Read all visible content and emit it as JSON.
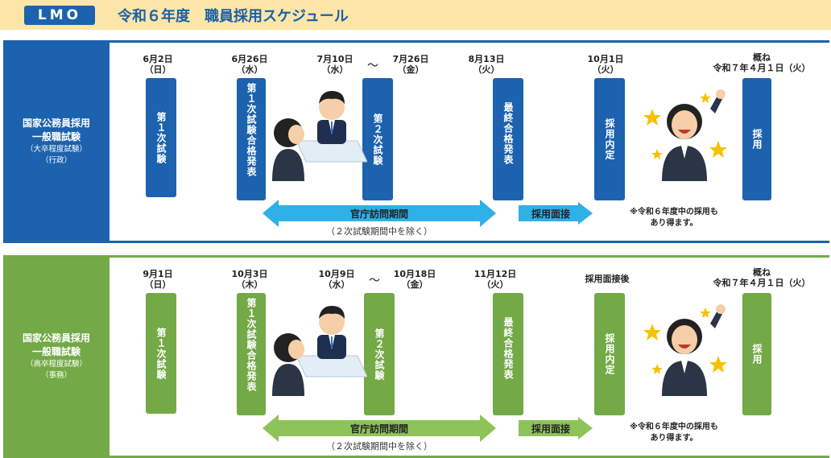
{
  "header": {
    "logo_text": "LMO",
    "title": "令和６年度　職員採用スケジュール"
  },
  "colors": {
    "header_bg": "#fde6a8",
    "blue": "#1c62ae",
    "green": "#73a946",
    "arrow_blue": "#2fb0e6",
    "arrow_green": "#8ec35a"
  },
  "sections": [
    {
      "left": {
        "line1": "国家公務員採用",
        "line2": "一般職試験",
        "line3": "（大卒程度試験）",
        "line4": "（行政）"
      },
      "dates": {
        "d1": {
          "main": "6月2日",
          "sub": "（日）"
        },
        "d2": {
          "main": "6月26日",
          "sub": "（水）"
        },
        "d3": {
          "main": "7月10日",
          "sub": "（水）"
        },
        "tilde": "～",
        "d4": {
          "main": "7月26日",
          "sub": "（金）"
        },
        "d5": {
          "main": "8月13日",
          "sub": "（火）"
        },
        "d6": {
          "main": "10月1日",
          "sub": "（火）"
        },
        "d7": {
          "main": "概ね",
          "sub": "令和７年４月１日（火）"
        }
      },
      "bars": {
        "b1": "第１次試験",
        "b2": "第１次試験合格発表",
        "b3": "第２次試験",
        "b4": "最終合格発表",
        "b5": "採用内定",
        "b6": "採用"
      },
      "arrow_visit": "官庁訪問期間",
      "arrow_visit_sub": "（２次試験期間中を除く）",
      "arrow_interview": "採用面接",
      "note_line1": "※令和６年度中の採用も",
      "note_line2": "あり得ます。"
    },
    {
      "left": {
        "line1": "国家公務員採用",
        "line2": "一般職試験",
        "line3": "（高卒程度試験）",
        "line4": "（事務）"
      },
      "dates": {
        "d1": {
          "main": "9月1日",
          "sub": "（日）"
        },
        "d2": {
          "main": "10月3日",
          "sub": "（木）"
        },
        "d3": {
          "main": "10月9日",
          "sub": "（水）"
        },
        "tilde": "～",
        "d4": {
          "main": "10月18日",
          "sub": "（金）"
        },
        "d5": {
          "main": "11月12日",
          "sub": "（火）"
        },
        "d6": {
          "main": "採用面接後",
          "sub": ""
        },
        "d7": {
          "main": "概ね",
          "sub": "令和７年４月１日（火）"
        }
      },
      "bars": {
        "b1": "第１次試験",
        "b2": "第１次試験合格発表",
        "b3": "第２次試験",
        "b4": "最終合格発表",
        "b5": "採用内定",
        "b6": "採用"
      },
      "arrow_visit": "官庁訪問期間",
      "arrow_visit_sub": "（２次試験期間中を除く）",
      "arrow_interview": "採用面接",
      "note_line1": "※令和６年度中の採用も",
      "note_line2": "あり得ます。"
    }
  ]
}
